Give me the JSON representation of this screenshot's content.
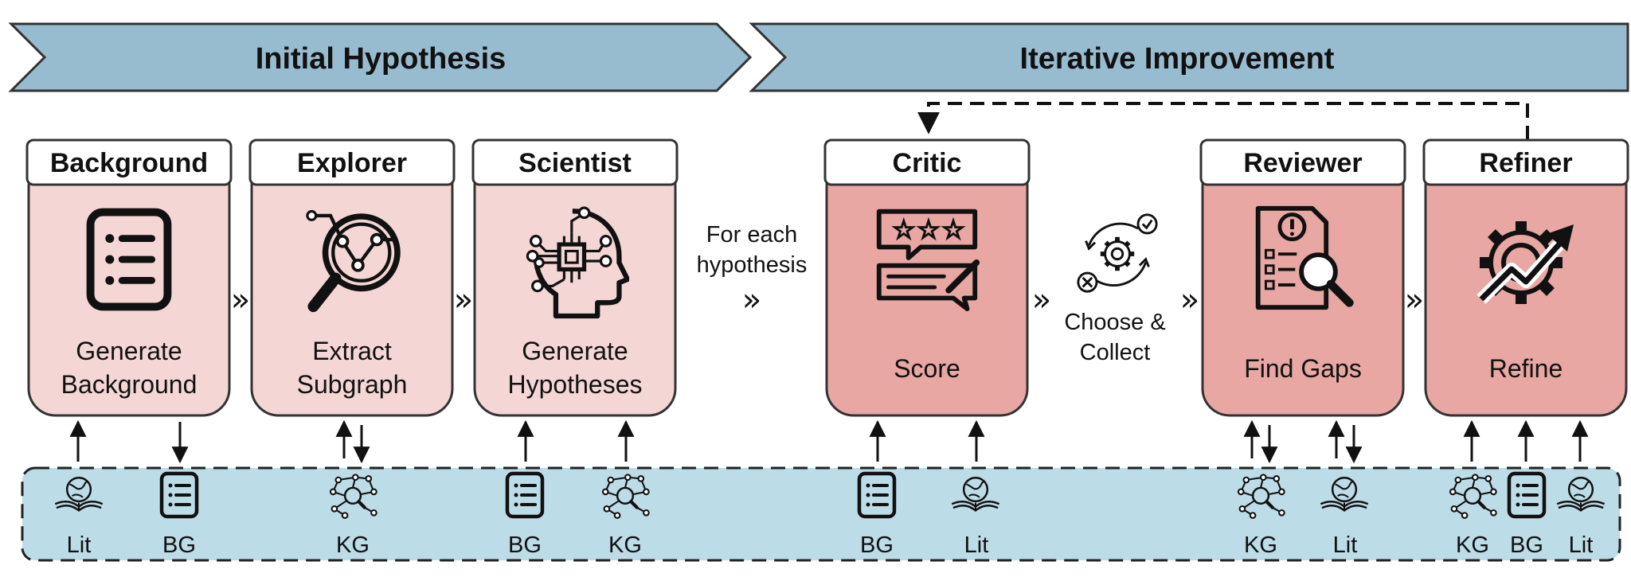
{
  "phases": [
    {
      "title": "Initial Hypothesis"
    },
    {
      "title": "Iterative Improvement"
    }
  ],
  "agents": [
    {
      "name": "Background",
      "action_line1": "Generate",
      "action_line2": "Background",
      "icon": "list-document-icon"
    },
    {
      "name": "Explorer",
      "action_line1": "Extract",
      "action_line2": "Subgraph",
      "icon": "magnifier-graph-icon"
    },
    {
      "name": "Scientist",
      "action_line1": "Generate",
      "action_line2": "Hypotheses",
      "icon": "ai-head-icon"
    },
    {
      "name": "Critic",
      "action_line1": "Score",
      "action_line2": "",
      "icon": "star-review-icon"
    },
    {
      "name": "Reviewer",
      "action_line1": "Find Gaps",
      "action_line2": "",
      "icon": "document-search-icon"
    },
    {
      "name": "Refiner",
      "action_line1": "Refine",
      "action_line2": "",
      "icon": "gear-trend-icon"
    }
  ],
  "between": {
    "for_each_line1": "For each",
    "for_each_line2": "hypothesis",
    "choose_line1": "Choose &",
    "choose_line2": "Collect"
  },
  "resources": [
    {
      "label": "Lit",
      "icon": "globe-book-icon"
    },
    {
      "label": "BG",
      "icon": "list-document-icon"
    },
    {
      "label": "KG",
      "icon": "knowledge-graph-icon"
    },
    {
      "label": "BG",
      "icon": "list-document-icon"
    },
    {
      "label": "KG",
      "icon": "knowledge-graph-icon"
    },
    {
      "label": "BG",
      "icon": "list-document-icon"
    },
    {
      "label": "Lit",
      "icon": "globe-book-icon"
    },
    {
      "label": "KG",
      "icon": "knowledge-graph-icon"
    },
    {
      "label": "Lit",
      "icon": "globe-book-icon"
    },
    {
      "label": "KG",
      "icon": "knowledge-graph-icon"
    },
    {
      "label": "BG",
      "icon": "list-document-icon"
    },
    {
      "label": "Lit",
      "icon": "globe-book-icon"
    }
  ],
  "colors": {
    "phase_banner": "#98bccf",
    "light_card": "#f4d7d5",
    "dark_card": "#e8a7a3",
    "resource_band": "#bcdce8",
    "stroke": "#222222"
  }
}
